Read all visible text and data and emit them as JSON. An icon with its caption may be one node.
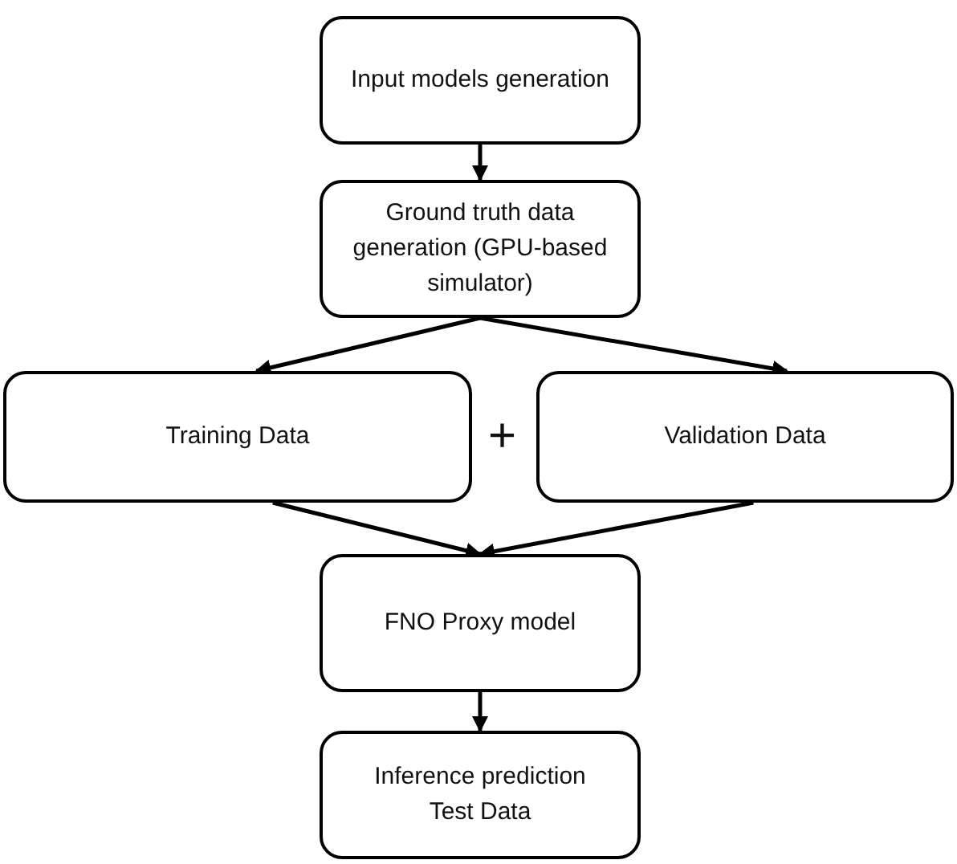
{
  "diagram": {
    "nodes": [
      {
        "text": [
          "Input models generation"
        ]
      },
      {
        "text": [
          "Ground truth data generation (GPU-based simulator)"
        ]
      },
      {
        "text": [
          "Training Data"
        ]
      },
      {
        "text": [
          "Validation Data"
        ]
      },
      {
        "text": [
          "FNO Proxy model"
        ]
      },
      {
        "text": [
          "Inference prediction Test Data"
        ]
      }
    ],
    "edges": [
      {
        "from": 0,
        "to": 1,
        "arrow": "to"
      },
      {
        "from": 1,
        "to": 2,
        "arrow": "to"
      },
      {
        "from": 1,
        "to": 3,
        "arrow": "to"
      },
      {
        "from": 2,
        "to": 4,
        "arrow": "to"
      },
      {
        "from": 3,
        "to": 4,
        "arrow": "to"
      },
      {
        "from": 4,
        "to": 5,
        "arrow": "to"
      }
    ],
    "labels": [
      "+"
    ]
  }
}
